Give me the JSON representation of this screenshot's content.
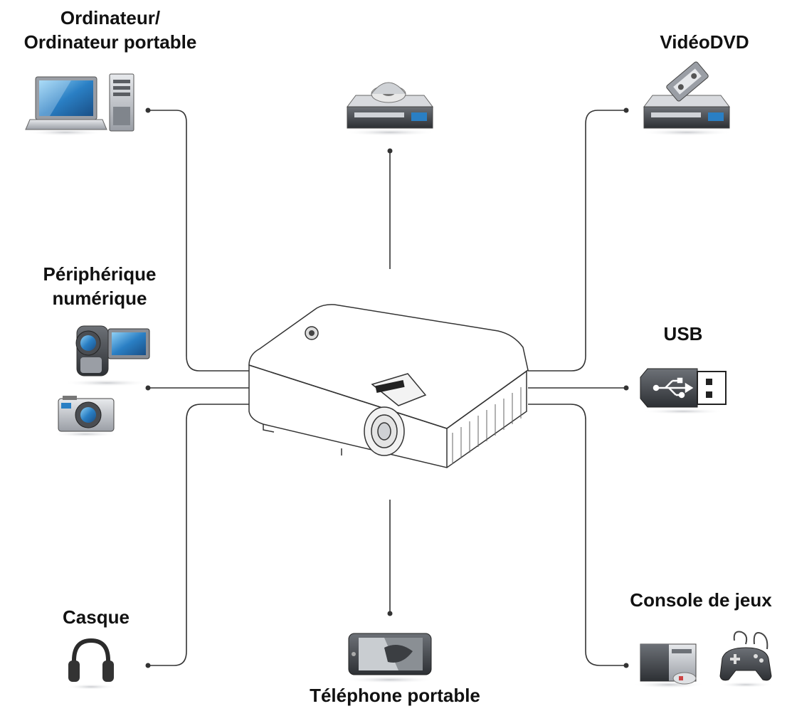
{
  "labels": {
    "computer_line1": "Ordinateur/",
    "computer_line2": "Ordinateur portable",
    "dvd": "VidéoDVD",
    "digital_line1": "Périphérique",
    "digital_line2": "numérique",
    "usb": "USB",
    "headset": "Casque",
    "game": "Console de jeux",
    "phone": "Téléphone portable"
  },
  "icons": {
    "computer": [
      "laptop-icon",
      "desktop-tower-icon"
    ],
    "media_player": "media-player-icon",
    "dvd": "dvd-player-icon",
    "digital": [
      "camcorder-icon",
      "camera-icon"
    ],
    "usb": "usb-drive-icon",
    "headset": "headphones-icon",
    "game": [
      "game-console-icon",
      "gamepad-icon"
    ],
    "phone": "mobile-phone-icon",
    "center": "projector-icon"
  },
  "colors": {
    "line": "#333333",
    "screen_blue": "#2a7fc4",
    "device_gray": "#b8bcc2",
    "device_dark": "#4a4d52"
  }
}
